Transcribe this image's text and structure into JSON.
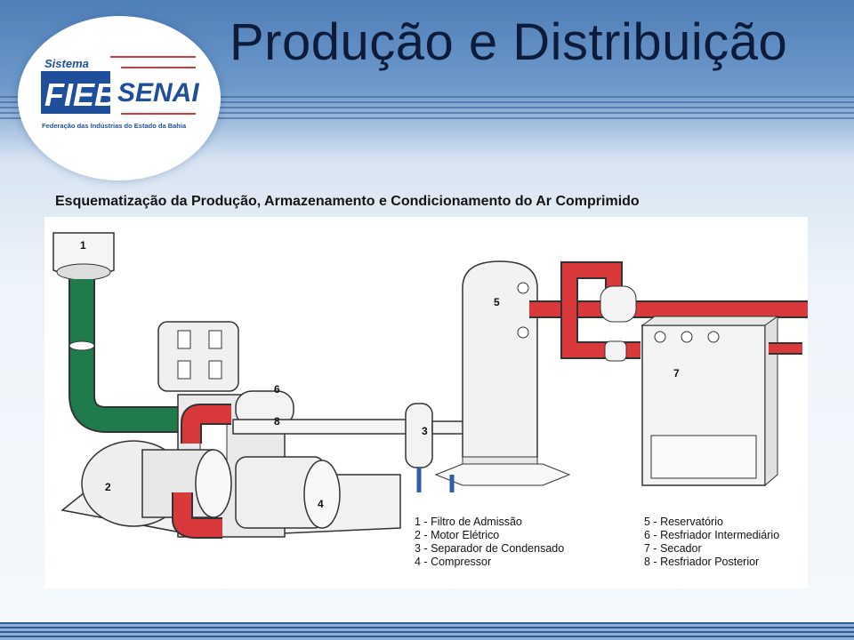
{
  "slide": {
    "title": "Produção e Distribuição",
    "caption": "Esquematização da Produção, Armazenamento e Condicionamento do Ar Comprimido"
  },
  "logo": {
    "sistema": "Sistema",
    "fieb": "FIEB",
    "senai": "SENAI",
    "subtitle": "Federação das Indústrias do Estado da Bahia"
  },
  "diagram": {
    "labels": [
      "1",
      "2",
      "3",
      "4",
      "5",
      "6",
      "7",
      "8"
    ],
    "legend_left": [
      {
        "num": "1",
        "sep": " -  ",
        "text": "Filtro de Admissão"
      },
      {
        "num": "2",
        "sep": " - ",
        "text": "Motor Elétrico"
      },
      {
        "num": "3",
        "sep": " - ",
        "text": "Separador de Condensado"
      },
      {
        "num": "4",
        "sep": " - ",
        "text": "Compressor"
      }
    ],
    "legend_right": [
      {
        "num": "5",
        "sep": " - ",
        "text": "Reservatório"
      },
      {
        "num": "6",
        "sep": " - ",
        "text": "Resfriador Intermediário"
      },
      {
        "num": "7",
        "sep": " - ",
        "text": "Secador"
      },
      {
        "num": "8",
        "sep": " - ",
        "text": "Resfriador Posterior"
      }
    ]
  },
  "colors": {
    "green_pipe": "#1f7a4c",
    "red_pipe": "#d9393b",
    "blue_drain": "#2d5ea8",
    "title_text": "#0c1c3a",
    "logo_blue": "#1f4f9a"
  }
}
